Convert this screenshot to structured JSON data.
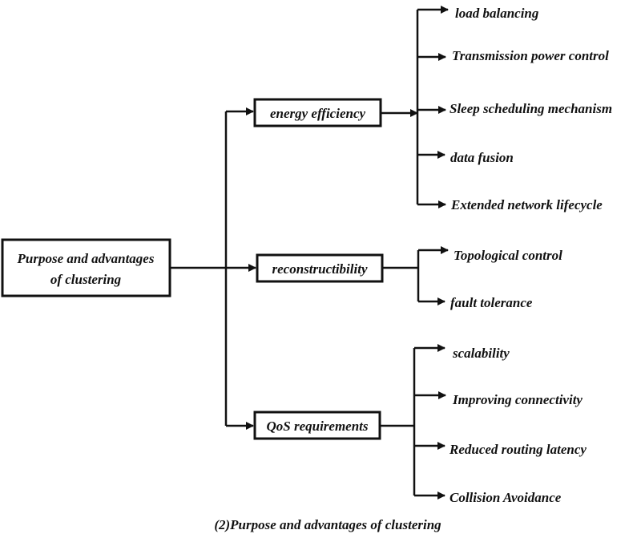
{
  "root": {
    "line1": "Purpose and advantages",
    "line2": "of clustering"
  },
  "categories": [
    {
      "label": "energy efficiency",
      "items": [
        "load balancing",
        "Transmission power control",
        "Sleep scheduling mechanism",
        "data fusion",
        "Extended network lifecycle"
      ]
    },
    {
      "label": "reconstructibility",
      "items": [
        "Topological control",
        "fault tolerance"
      ]
    },
    {
      "label": "QoS requirements",
      "items": [
        "scalability",
        "Improving connectivity",
        "Reduced routing latency",
        "Collision Avoidance"
      ]
    }
  ],
  "caption": "(2)Purpose and advantages of clustering",
  "colors": {
    "line": "#111111",
    "background": "#ffffff"
  }
}
